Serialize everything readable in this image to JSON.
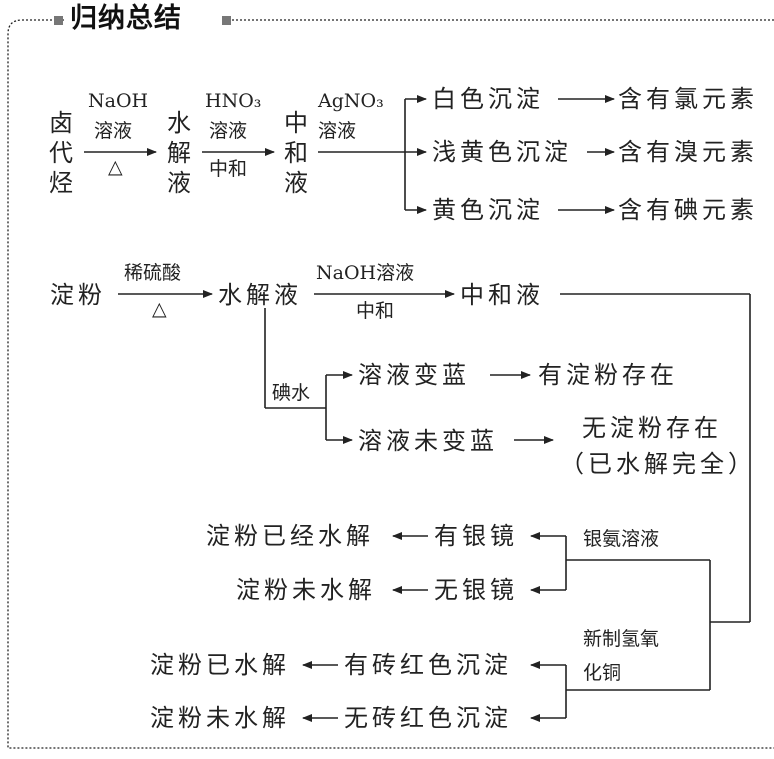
{
  "title": "归纳总结",
  "part1": {
    "start": "卤代烃",
    "reagent1_top": "NaOH",
    "reagent1_mid": "溶液",
    "reagent1_bot": "△",
    "step1": "水解液",
    "reagent2_top": "HNO₃",
    "reagent2_mid": "溶液",
    "reagent2_bot": "中和",
    "step2": "中和液",
    "reagent3_top": "AgNO₃",
    "reagent3_mid": "溶液",
    "results": [
      {
        "precipitate": "白色沉淀",
        "conclusion": "含有氯元素"
      },
      {
        "precipitate": "浅黄色沉淀",
        "conclusion": "含有溴元素"
      },
      {
        "precipitate": "黄色沉淀",
        "conclusion": "含有碘元素"
      }
    ]
  },
  "part2": {
    "start": "淀粉",
    "reagent1_top": "稀硫酸",
    "reagent1_bot": "△",
    "step1": "水解液",
    "reagent2_top": "NaOH溶液",
    "reagent2_bot": "中和",
    "step2": "中和液",
    "iodine": "碘水",
    "blue": "溶液变蓝",
    "blue_result": "有淀粉存在",
    "not_blue": "溶液未变蓝",
    "not_blue_result1": "无淀粉存在",
    "not_blue_result2": "（已水解完全）",
    "silver_reagent": "银氨溶液",
    "silver_yes": "有银镜",
    "silver_yes_result": "淀粉已经水解",
    "silver_no": "无银镜",
    "silver_no_result": "淀粉未水解",
    "cu_reagent1": "新制氢氧",
    "cu_reagent2": "化铜",
    "cu_yes": "有砖红色沉淀",
    "cu_yes_result": "淀粉已水解",
    "cu_no": "无砖红色沉淀",
    "cu_no_result": "淀粉未水解"
  }
}
